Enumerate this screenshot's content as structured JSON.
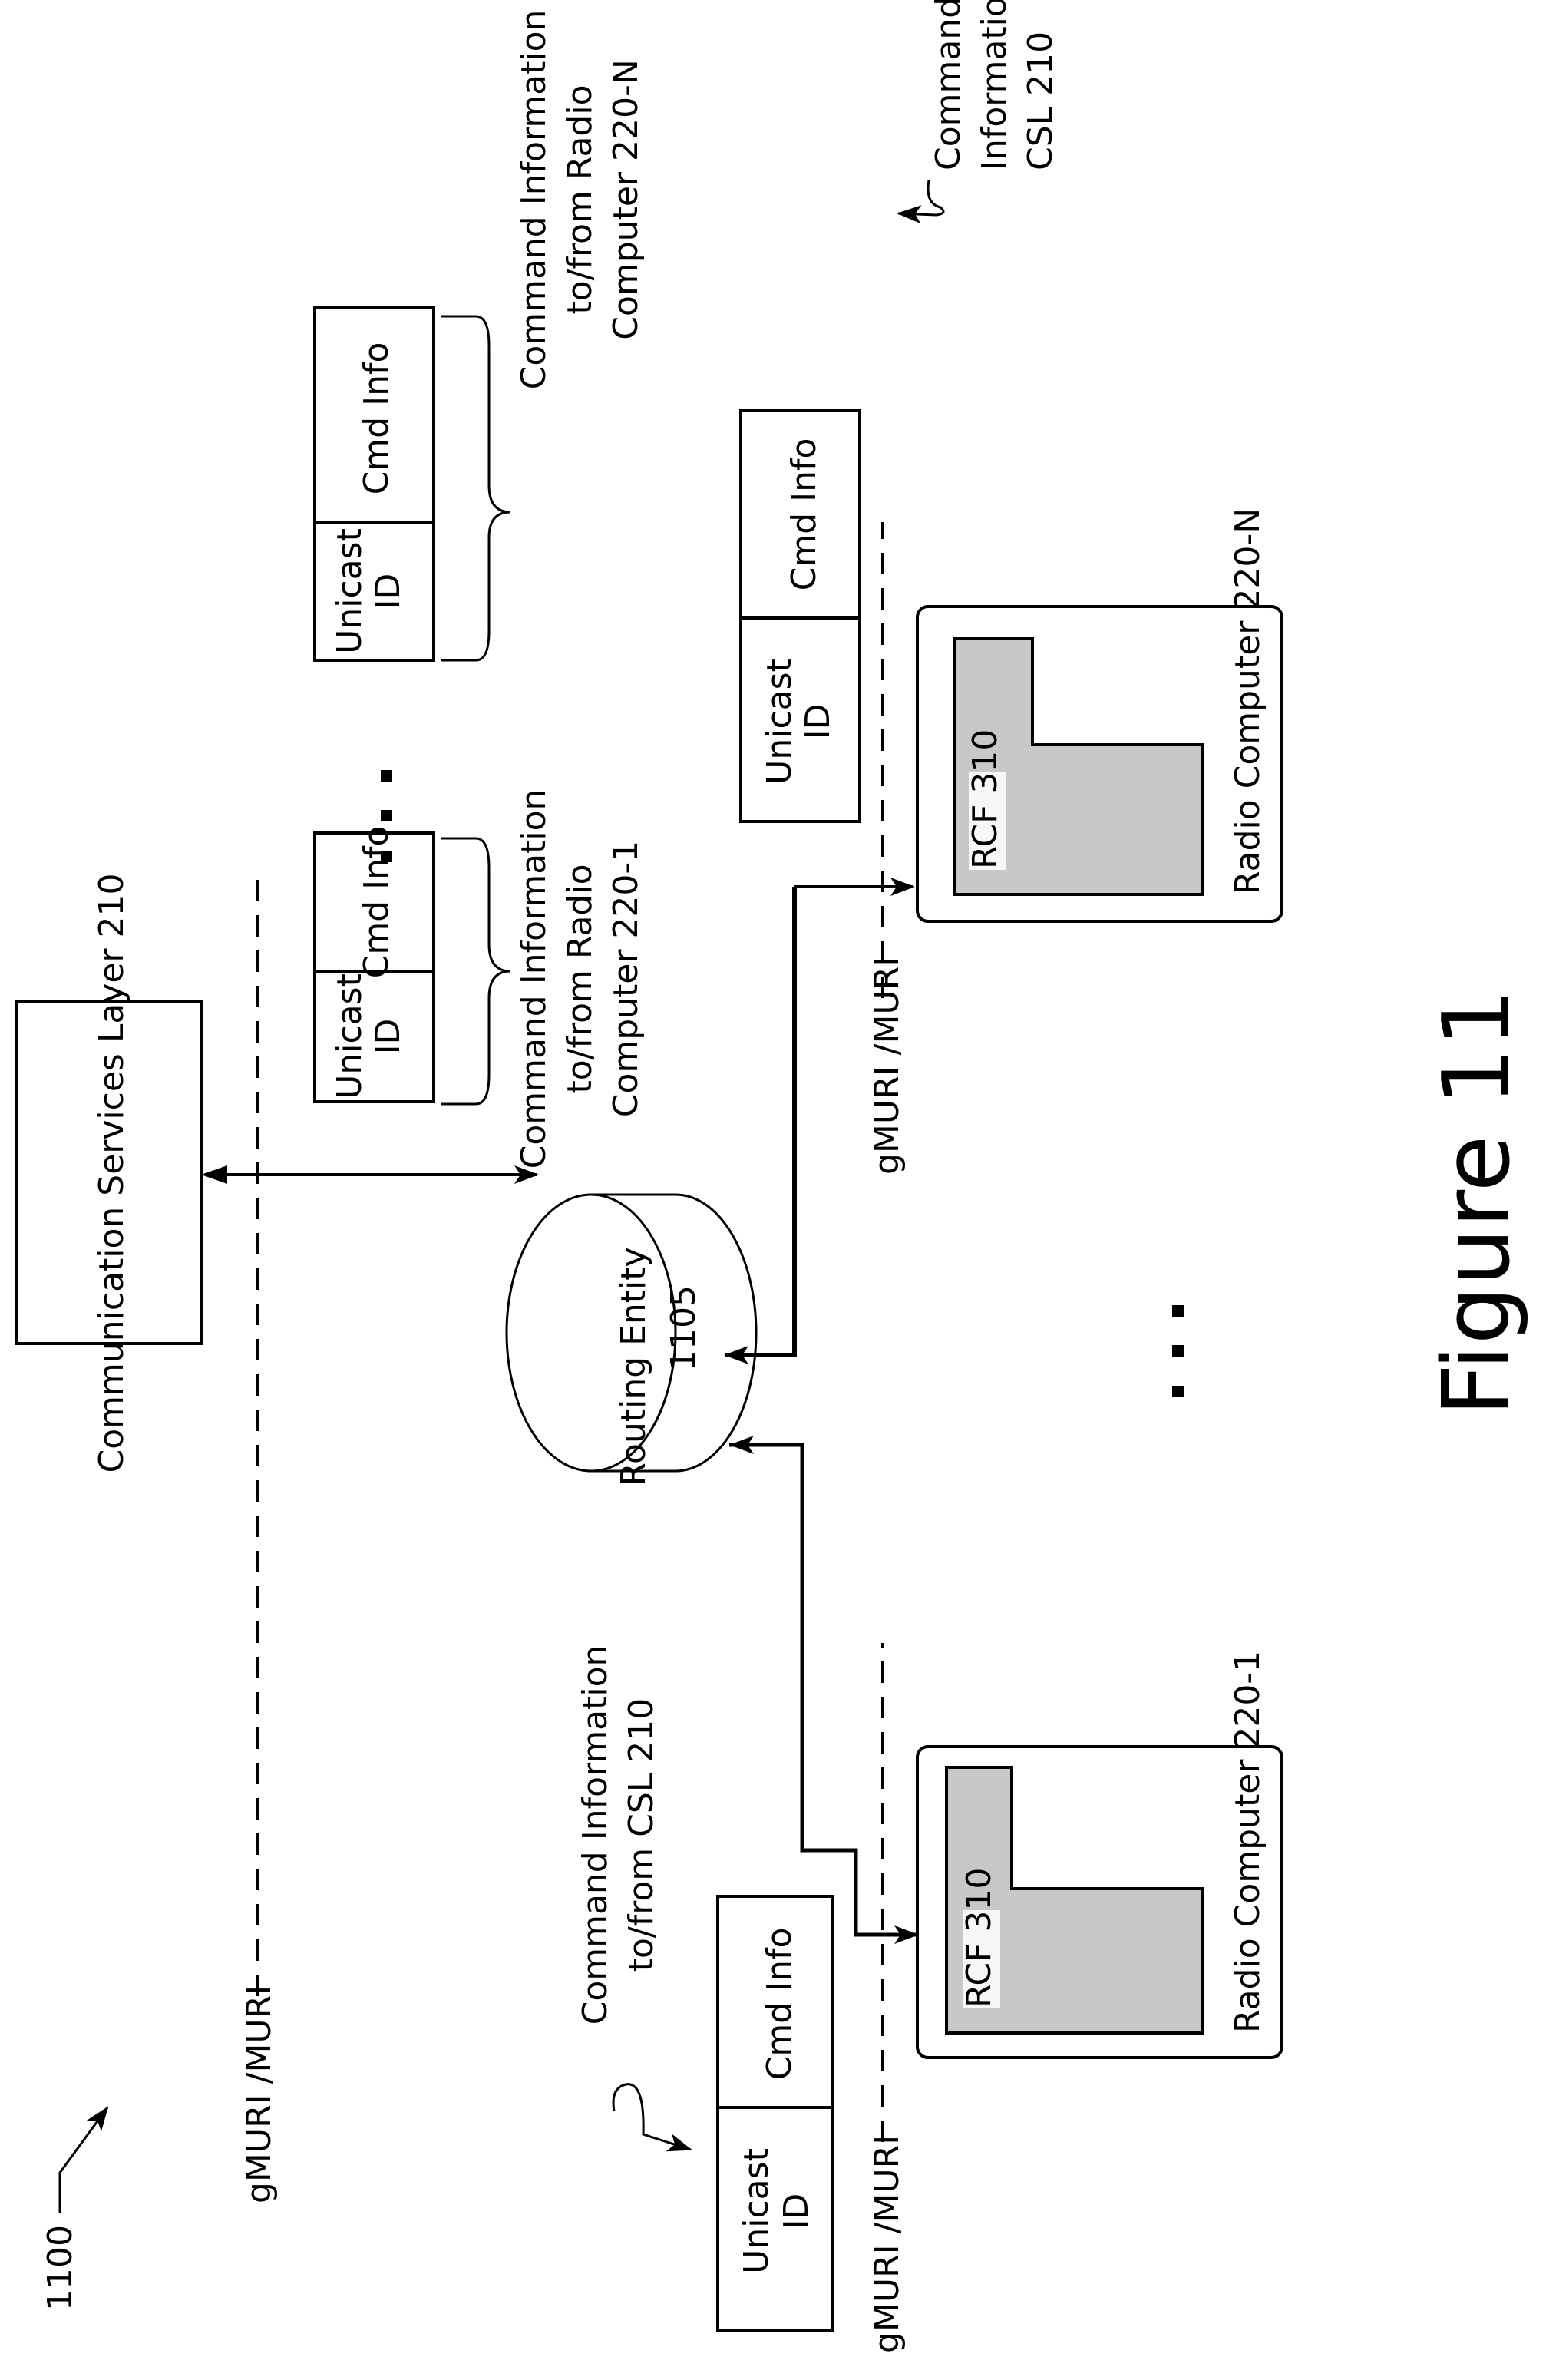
{
  "figure": {
    "ref_number": "1100",
    "caption": "Figure 11"
  },
  "csl": {
    "label": "Communication Services Layer 210"
  },
  "routing": {
    "line1": "Routing Entity",
    "line2": "1105"
  },
  "interface_label": "gMURI /MURI",
  "packets_top": [
    {
      "id_line1": "Unicast",
      "id_line2": "ID",
      "cmd": "Cmd Info",
      "desc": [
        "Command Information",
        "to/from Radio",
        "Computer 220-1"
      ]
    },
    {
      "id_line1": "Unicast",
      "id_line2": "ID",
      "cmd": "Cmd Info",
      "desc": [
        "Command Information",
        "to/from Radio",
        "Computer 220-N"
      ]
    }
  ],
  "radio_computers": [
    {
      "label": "Radio Computer 220-1",
      "rcf": "RCF 310",
      "packet": {
        "id_line1": "Unicast",
        "id_line2": "ID",
        "cmd": "Cmd Info"
      },
      "desc": [
        "Command Information",
        "to/from CSL 210"
      ],
      "interface": "gMURI /MURI"
    },
    {
      "label": "Radio Computer 220-N",
      "rcf": "RCF 310",
      "packet": {
        "id_line1": "Unicast",
        "id_line2": "ID",
        "cmd": "Cmd Info"
      },
      "desc": [
        "Command",
        "Information to/from",
        "CSL 210"
      ],
      "interface": "gMURI /MURI"
    }
  ],
  "ellipsis": "..."
}
